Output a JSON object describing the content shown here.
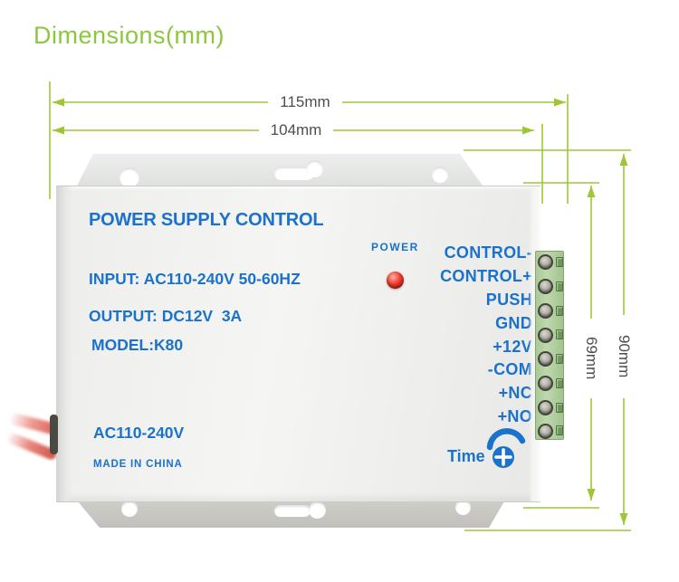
{
  "page": {
    "title": "Dimensions(mm)"
  },
  "dimensions": {
    "width_total": "115mm",
    "width_body": "104mm",
    "height_body": "69mm",
    "height_total": "90mm"
  },
  "device": {
    "heading": "POWER SUPPLY CONTROL",
    "power_label": "POWER",
    "specs": {
      "input": "INPUT: AC110-240V 50-60HZ",
      "output": "OUTPUT: DC12V  3A",
      "model": "MODEL:K80"
    },
    "voltage_label": "AC110-240V",
    "origin_label": "MADE IN CHINA",
    "time_label": "Time",
    "terminals": [
      "CONTROL-",
      "CONTROL+",
      "PUSH",
      "GND",
      "+12V",
      "-COM",
      "+NC",
      "+NO"
    ]
  },
  "colors": {
    "accent_green": "#8dc63f",
    "dimension_line_green": "#9fc636",
    "label_gray": "#4d4d4d",
    "device_text_blue": "#1a72cc",
    "led_red": "#e63228",
    "terminal_block_green": "#b2d0a0"
  }
}
